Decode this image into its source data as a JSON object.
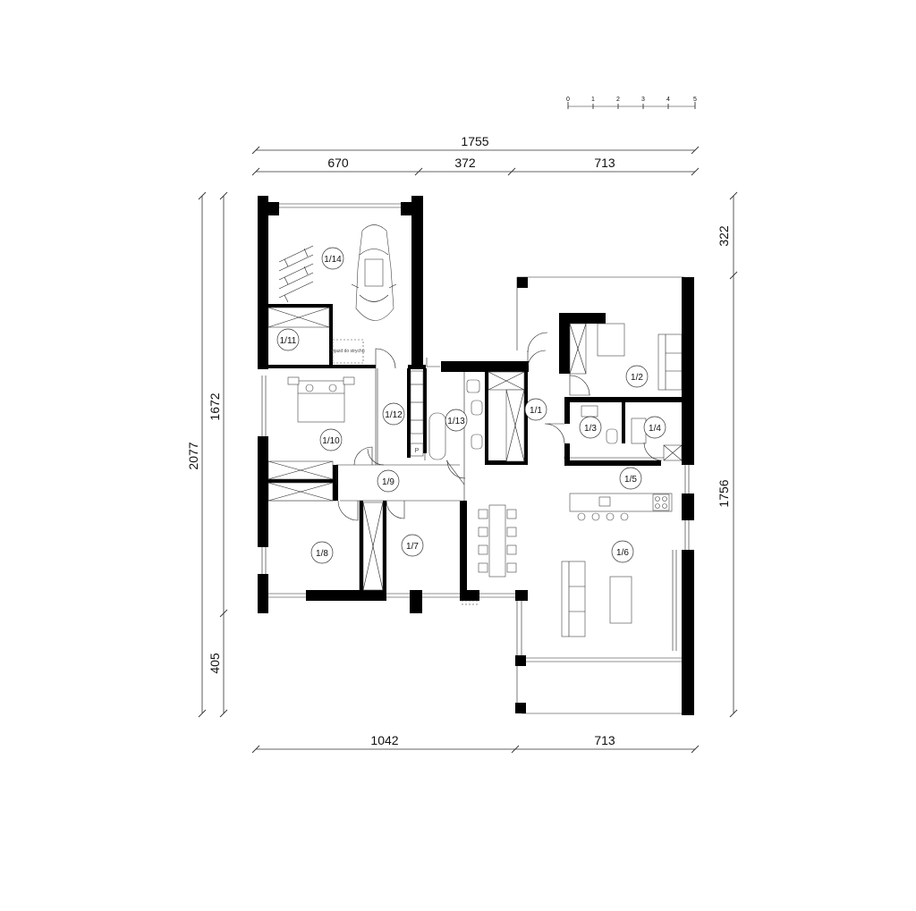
{
  "scale_bar": {
    "ticks": [
      "0",
      "1",
      "2",
      "3",
      "4",
      "5"
    ]
  },
  "dimensions": {
    "top_total": "1755",
    "top_segments": [
      "670",
      "372",
      "713"
    ],
    "left_total": "2077",
    "left_upper": "1672",
    "left_lower": "405",
    "right_upper": "322",
    "right_lower": "1756",
    "bottom_segments": [
      "1042",
      "713"
    ]
  },
  "rooms": [
    {
      "id": "1/1"
    },
    {
      "id": "1/2"
    },
    {
      "id": "1/3"
    },
    {
      "id": "1/4"
    },
    {
      "id": "1/5"
    },
    {
      "id": "1/6"
    },
    {
      "id": "1/7"
    },
    {
      "id": "1/8"
    },
    {
      "id": "1/9"
    },
    {
      "id": "1/10"
    },
    {
      "id": "1/11"
    },
    {
      "id": "1/12"
    },
    {
      "id": "1/13"
    },
    {
      "id": "1/14"
    }
  ],
  "labels": {
    "garage_note": "wjazd do strychu",
    "p_mark": "P"
  }
}
